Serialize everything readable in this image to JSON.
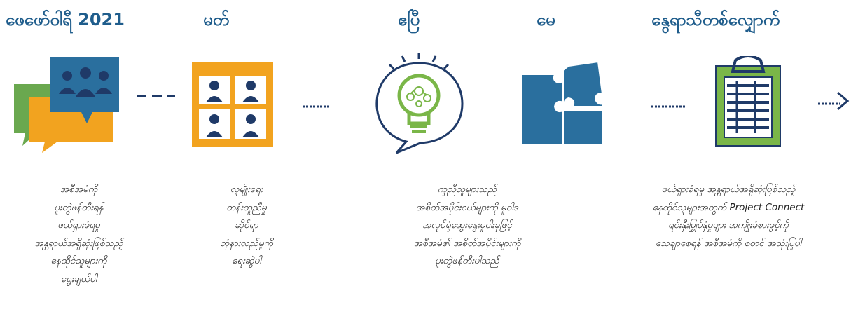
{
  "timeline": {
    "headings": [
      "ဖေဖော်ဝါရီ 2021",
      "မတ်",
      "ဧပြီ",
      "မေ",
      "နွေရာသီတစ်လျှောက်"
    ],
    "descriptions": [
      [
        "အစီအမံကို",
        "ပူးတွဲဖန်တီးရန်",
        "ဖယ်ရှားခံရမှု",
        "အန္တရာယ်အရှိဆုံးဖြစ်သည့်",
        "နေထိုင်သူများကို",
        "ရွေးချယ်ပါ"
      ],
      [
        "လူမျိုးရေး",
        "တန်းတူညီမှု",
        "ဆိုင်ရာ",
        "ဘုံနားလည်မှုကို",
        "ရေးဆွဲပါ"
      ],
      [
        "ကူညီသူများသည်",
        "အစိတ်အပိုင်းငယ်များကို မူဝါဒ",
        "အလုပ်ရုံဆွေးနွေးမှုငါးခုဖြင့်",
        "အစီအမံ၏ အစိတ်အပိုင်းများကို",
        "ပူးတွဲဖန်တီးပါသည်"
      ],
      [
        "ဖယ်ရှားခံရမှု အန္တရာယ်အရှိဆုံးဖြစ်သည့်",
        "နေထိုင်သူများအတွက် Project Connect",
        "ရင်းနှီးမြှုပ်နှံမှုများ အကျိုးခံစားခွင့်ကို",
        "သေချာစေရန် အစီအမံကို စတင် အသုံးပြုပါ"
      ]
    ]
  },
  "colors": {
    "heading": "#1f5d8c",
    "blue": "#2a6f9e",
    "navy": "#1f3a68",
    "green": "#6aa84f",
    "orange": "#f2a31f",
    "bulb": "#7ab648"
  }
}
